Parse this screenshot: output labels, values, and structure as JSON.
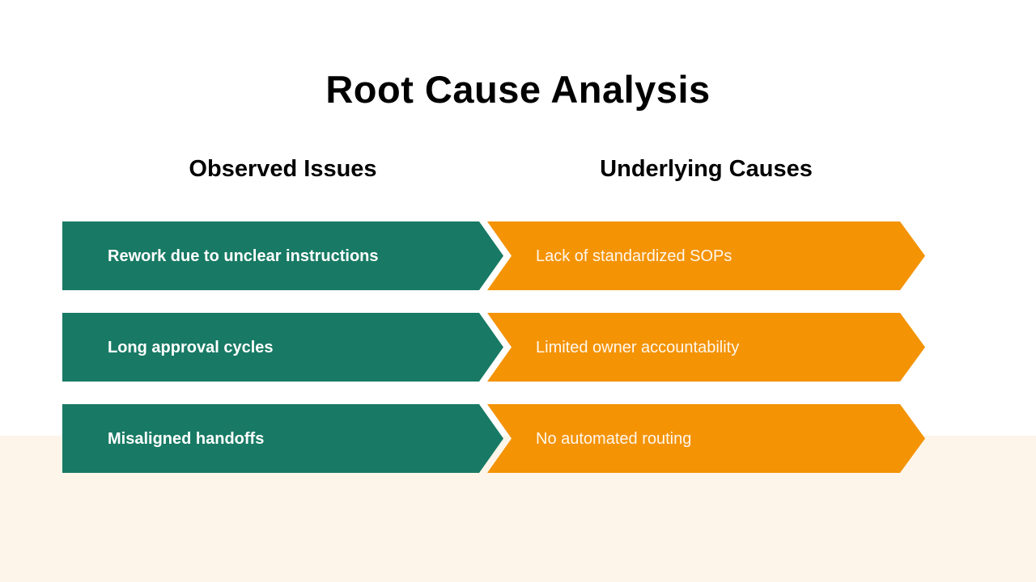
{
  "slide": {
    "title": "Root Cause Analysis",
    "columns": {
      "issues_header": "Observed Issues",
      "causes_header": "Underlying Causes"
    },
    "rows": [
      {
        "issue": "Rework due to unclear instructions",
        "cause": "Lack of standardized SOPs"
      },
      {
        "issue": "Long approval cycles",
        "cause": "Limited owner accountability"
      },
      {
        "issue": "Misaligned handoffs",
        "cause": "No automated routing"
      }
    ],
    "colors": {
      "background": "#FFFFFF",
      "bottom_band": "#FDF5E9",
      "issue_arrow": "#187A64",
      "cause_arrow": "#F49304",
      "title_text": "#000000",
      "arrow_text": "#FFFFFF"
    }
  }
}
